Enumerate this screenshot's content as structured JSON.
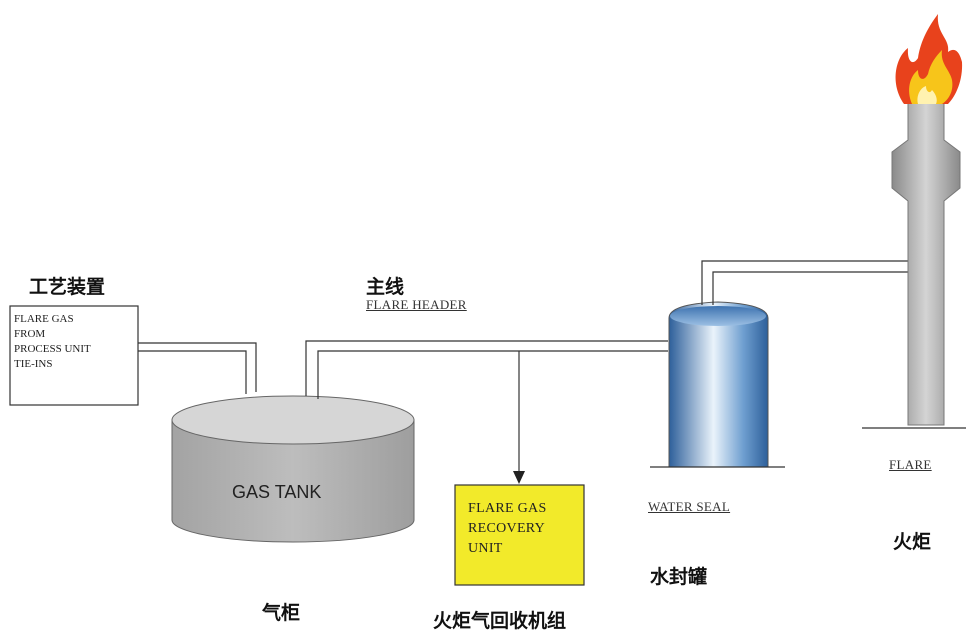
{
  "labels": {
    "process_cn": "工艺装置",
    "process_box": [
      "FLARE GAS",
      "FROM",
      "PROCESS UNIT",
      "TIE-INS"
    ],
    "header_cn": "主线",
    "header_en": "FLARE HEADER",
    "gas_tank_en": "GAS TANK",
    "gas_tank_cn": "气柜",
    "recovery_box": [
      "FLARE GAS",
      "RECOVERY",
      "UNIT"
    ],
    "recovery_cn": "火炬气回收机组",
    "water_seal_en": "WATER SEAL",
    "water_seal_cn": "水封罐",
    "flare_en": "FLARE",
    "flare_cn": "火炬"
  },
  "colors": {
    "pipe": "#333333",
    "tank_body": "#b5b5b5",
    "tank_top": "#d9d9d9",
    "recovery_fill": "#f2ea2a",
    "seal_dark": "#2d5f9a",
    "seal_light": "#eaf3fb",
    "stack": "#a9a9a9",
    "flame_outer": "#e8421c",
    "flame_inner": "#f7c51a"
  }
}
